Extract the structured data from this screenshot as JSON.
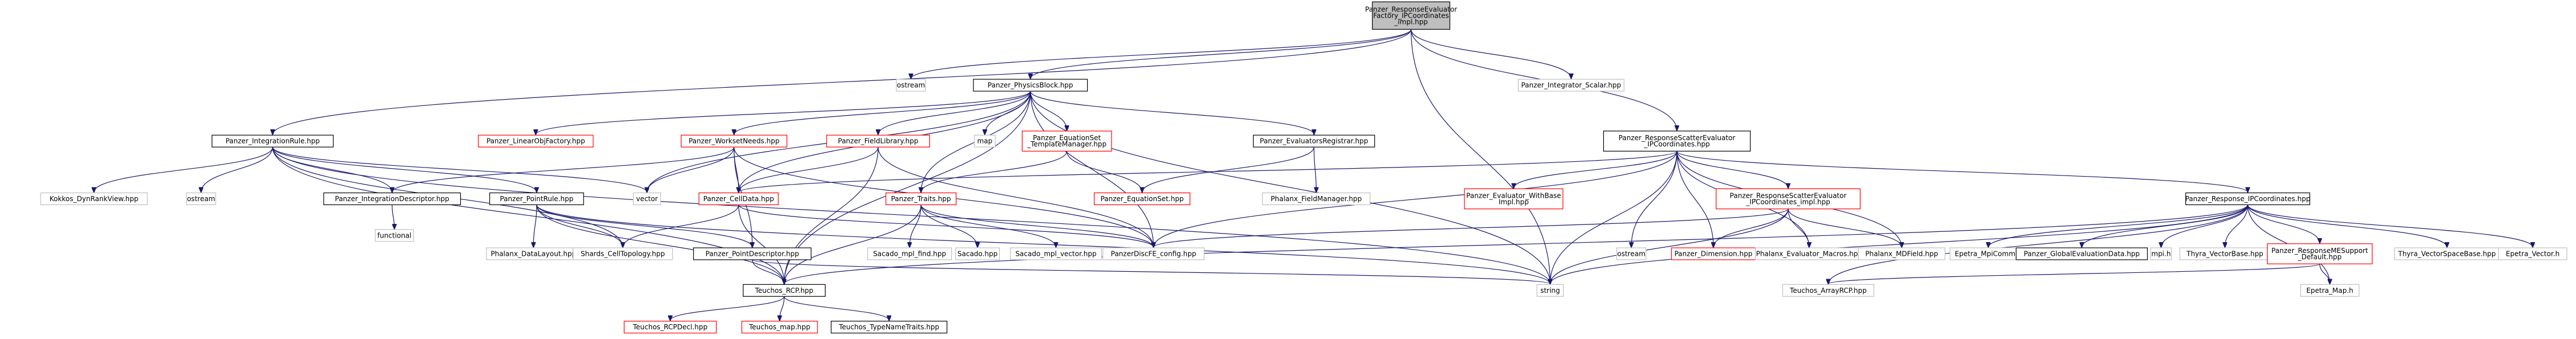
{
  "graph": {
    "colors": {
      "edge": "#191970",
      "root_fill": "#bfbfbf",
      "link_border": "#000000",
      "missing_border": "#ff0000",
      "plain_border": "#bfbfbf"
    },
    "nodes": [
      {
        "id": "root",
        "lines": [
          "Panzer_ResponseEvaluator",
          "Factory_IPCoordinates",
          "_impl.hpp"
        ],
        "kind": "root"
      },
      {
        "id": "ostream1",
        "lines": [
          "ostream"
        ],
        "kind": "std"
      },
      {
        "id": "physicsblock",
        "lines": [
          "Panzer_PhysicsBlock.hpp"
        ],
        "kind": "black"
      },
      {
        "id": "integrator_scalar",
        "lines": [
          "Panzer_Integrator_Scalar.hpp"
        ],
        "kind": "std"
      },
      {
        "id": "rsevaluator",
        "lines": [
          "Panzer_ResponseScatterEvaluator",
          "_IPCoordinates.hpp"
        ],
        "kind": "black"
      },
      {
        "id": "integrationrule",
        "lines": [
          "Panzer_IntegrationRule.hpp"
        ],
        "kind": "black"
      },
      {
        "id": "linearobjfactory",
        "lines": [
          "Panzer_LinearObjFactory.hpp"
        ],
        "kind": "red"
      },
      {
        "id": "worksetneeds",
        "lines": [
          "Panzer_WorksetNeeds.hpp"
        ],
        "kind": "red"
      },
      {
        "id": "fieldlibrary",
        "lines": [
          "Panzer_FieldLibrary.hpp"
        ],
        "kind": "red"
      },
      {
        "id": "map",
        "lines": [
          "map"
        ],
        "kind": "std"
      },
      {
        "id": "equationset_tm",
        "lines": [
          "Panzer_EquationSet",
          "_TemplateManager.hpp"
        ],
        "kind": "red"
      },
      {
        "id": "evaluatorsregistrar",
        "lines": [
          "Panzer_EvaluatorsRegistrar.hpp"
        ],
        "kind": "black"
      },
      {
        "id": "kokkos_dynrank",
        "lines": [
          "Kokkos_DynRankView.hpp"
        ],
        "kind": "std"
      },
      {
        "id": "ostream2",
        "lines": [
          "ostream"
        ],
        "kind": "std"
      },
      {
        "id": "integrationdescriptor",
        "lines": [
          "Panzer_IntegrationDescriptor.hpp"
        ],
        "kind": "black"
      },
      {
        "id": "pointrule",
        "lines": [
          "Panzer_PointRule.hpp"
        ],
        "kind": "black"
      },
      {
        "id": "vector",
        "lines": [
          "vector"
        ],
        "kind": "std"
      },
      {
        "id": "celldata",
        "lines": [
          "Panzer_CellData.hpp"
        ],
        "kind": "red"
      },
      {
        "id": "traits",
        "lines": [
          "Panzer_Traits.hpp"
        ],
        "kind": "red"
      },
      {
        "id": "equationset",
        "lines": [
          "Panzer_EquationSet.hpp"
        ],
        "kind": "red"
      },
      {
        "id": "fieldmanager",
        "lines": [
          "Phalanx_FieldManager.hpp"
        ],
        "kind": "std"
      },
      {
        "id": "evaluator_withbase",
        "lines": [
          "Panzer_Evaluator_WithBase",
          "Impl.hpp"
        ],
        "kind": "red"
      },
      {
        "id": "rsevaluator_impl",
        "lines": [
          "Panzer_ResponseScatterEvaluator",
          "_IPCoordinates_impl.hpp"
        ],
        "kind": "red"
      },
      {
        "id": "response_ip",
        "lines": [
          "Panzer_Response_IPCoordinates.hpp"
        ],
        "kind": "black"
      },
      {
        "id": "functional",
        "lines": [
          "functional"
        ],
        "kind": "std"
      },
      {
        "id": "dataLayout",
        "lines": [
          "Phalanx_DataLayout.hpp"
        ],
        "kind": "std"
      },
      {
        "id": "shards",
        "lines": [
          "Shards_CellTopology.hpp"
        ],
        "kind": "std"
      },
      {
        "id": "pointdescriptor",
        "lines": [
          "Panzer_PointDescriptor.hpp"
        ],
        "kind": "black"
      },
      {
        "id": "sacado_fad",
        "lines": [
          "Sacado_mpl_find.hpp"
        ],
        "kind": "std"
      },
      {
        "id": "sacado",
        "lines": [
          "Sacado.hpp"
        ],
        "kind": "std"
      },
      {
        "id": "sacado_vector",
        "lines": [
          "Sacado_mpl_vector.hpp"
        ],
        "kind": "std"
      },
      {
        "id": "config",
        "lines": [
          "PanzerDiscFE_config.hpp"
        ],
        "kind": "std"
      },
      {
        "id": "ostream3",
        "lines": [
          "ostream"
        ],
        "kind": "std"
      },
      {
        "id": "dimension",
        "lines": [
          "Panzer_Dimension.hpp"
        ],
        "kind": "red"
      },
      {
        "id": "evaluator_macros",
        "lines": [
          "Phalanx_Evaluator_Macros.hpp"
        ],
        "kind": "std"
      },
      {
        "id": "mdfield",
        "lines": [
          "Phalanx_MDField.hpp"
        ],
        "kind": "std"
      },
      {
        "id": "epetra_mpicomm",
        "lines": [
          "Epetra_MpiComm.h"
        ],
        "kind": "std"
      },
      {
        "id": "globaleval",
        "lines": [
          "Panzer_GlobalEvaluationData.hpp"
        ],
        "kind": "black"
      },
      {
        "id": "mpi",
        "lines": [
          "mpi.h"
        ],
        "kind": "std"
      },
      {
        "id": "thyra_vectorbase",
        "lines": [
          "Thyra_VectorBase.hpp"
        ],
        "kind": "std"
      },
      {
        "id": "responsemesupport",
        "lines": [
          "Panzer_ResponseMESupport",
          "_Default.hpp"
        ],
        "kind": "red"
      },
      {
        "id": "thyra_vectorspace",
        "lines": [
          "Thyra_VectorSpaceBase.hpp"
        ],
        "kind": "std"
      },
      {
        "id": "epetra_vector",
        "lines": [
          "Epetra_Vector.h"
        ],
        "kind": "std"
      },
      {
        "id": "teuchos_rcp",
        "lines": [
          "Teuchos_RCP.hpp"
        ],
        "kind": "black"
      },
      {
        "id": "string",
        "lines": [
          "string"
        ],
        "kind": "std"
      },
      {
        "id": "teuchos_arrayrcp",
        "lines": [
          "Teuchos_ArrayRCP.hpp"
        ],
        "kind": "std"
      },
      {
        "id": "epetra_map",
        "lines": [
          "Epetra_Map.h"
        ],
        "kind": "std"
      },
      {
        "id": "teuchos_rcpdecl",
        "lines": [
          "Teuchos_RCPDecl.hpp"
        ],
        "kind": "red"
      },
      {
        "id": "teuchos_map",
        "lines": [
          "Teuchos_map.hpp"
        ],
        "kind": "red"
      },
      {
        "id": "teuchos_typename",
        "lines": [
          "Teuchos_TypeNameTraits.hpp"
        ],
        "kind": "black"
      }
    ],
    "edges": [
      [
        "root",
        "ostream1"
      ],
      [
        "root",
        "physicsblock"
      ],
      [
        "root",
        "integrator_scalar"
      ],
      [
        "root",
        "rsevaluator"
      ],
      [
        "root",
        "string"
      ],
      [
        "root",
        "integrationrule"
      ],
      [
        "physicsblock",
        "linearobjfactory"
      ],
      [
        "physicsblock",
        "worksetneeds"
      ],
      [
        "physicsblock",
        "fieldlibrary"
      ],
      [
        "physicsblock",
        "map"
      ],
      [
        "physicsblock",
        "equationset_tm"
      ],
      [
        "physicsblock",
        "evaluatorsregistrar"
      ],
      [
        "physicsblock",
        "teuchos_rcp"
      ],
      [
        "physicsblock",
        "vector"
      ],
      [
        "physicsblock",
        "string"
      ],
      [
        "physicsblock",
        "celldata"
      ],
      [
        "physicsblock",
        "traits"
      ],
      [
        "physicsblock",
        "config"
      ],
      [
        "integrationrule",
        "kokkos_dynrank"
      ],
      [
        "integrationrule",
        "ostream2"
      ],
      [
        "integrationrule",
        "integrationdescriptor"
      ],
      [
        "integrationrule",
        "pointrule"
      ],
      [
        "integrationrule",
        "teuchos_rcp"
      ],
      [
        "integrationrule",
        "shards"
      ],
      [
        "integrationrule",
        "string"
      ],
      [
        "integrationrule",
        "vector"
      ],
      [
        "pointrule",
        "dataLayout"
      ],
      [
        "pointrule",
        "shards"
      ],
      [
        "pointrule",
        "pointdescriptor"
      ],
      [
        "pointrule",
        "teuchos_rcp"
      ],
      [
        "pointrule",
        "string"
      ],
      [
        "integrationdescriptor",
        "functional"
      ],
      [
        "worksetneeds",
        "vector"
      ],
      [
        "worksetneeds",
        "celldata"
      ],
      [
        "worksetneeds",
        "pointdescriptor"
      ],
      [
        "worksetneeds",
        "integrationdescriptor"
      ],
      [
        "worksetneeds",
        "config"
      ],
      [
        "fieldlibrary",
        "celldata"
      ],
      [
        "fieldlibrary",
        "teuchos_rcp"
      ],
      [
        "fieldlibrary",
        "config"
      ],
      [
        "equationset_tm",
        "traits"
      ],
      [
        "equationset_tm",
        "equationset"
      ],
      [
        "traits",
        "sacado_fad"
      ],
      [
        "traits",
        "sacado"
      ],
      [
        "traits",
        "sacado_vector"
      ],
      [
        "traits",
        "teuchos_rcp"
      ],
      [
        "traits",
        "config"
      ],
      [
        "evaluatorsregistrar",
        "fieldmanager"
      ],
      [
        "evaluatorsregistrar",
        "equationset"
      ],
      [
        "celldata",
        "shards"
      ],
      [
        "celldata",
        "teuchos_rcp"
      ],
      [
        "celldata",
        "config"
      ],
      [
        "pointdescriptor",
        "teuchos_rcp"
      ],
      [
        "pointdescriptor",
        "string"
      ],
      [
        "rsevaluator",
        "evaluator_withbase"
      ],
      [
        "rsevaluator",
        "rsevaluator_impl"
      ],
      [
        "rsevaluator",
        "response_ip"
      ],
      [
        "rsevaluator",
        "dimension"
      ],
      [
        "rsevaluator",
        "evaluator_macros"
      ],
      [
        "rsevaluator",
        "mdfield"
      ],
      [
        "rsevaluator",
        "ostream3"
      ],
      [
        "rsevaluator",
        "string"
      ],
      [
        "rsevaluator",
        "celldata"
      ],
      [
        "rsevaluator",
        "config"
      ],
      [
        "rsevaluator_impl",
        "dimension"
      ],
      [
        "rsevaluator_impl",
        "evaluator_macros"
      ],
      [
        "rsevaluator_impl",
        "mdfield"
      ],
      [
        "rsevaluator_impl",
        "config"
      ],
      [
        "rsevaluator_impl",
        "string"
      ],
      [
        "response_ip",
        "epetra_mpicomm"
      ],
      [
        "response_ip",
        "globaleval"
      ],
      [
        "response_ip",
        "mpi"
      ],
      [
        "response_ip",
        "thyra_vectorbase"
      ],
      [
        "response_ip",
        "responsemesupport"
      ],
      [
        "response_ip",
        "thyra_vectorspace"
      ],
      [
        "response_ip",
        "epetra_vector"
      ],
      [
        "response_ip",
        "epetra_map"
      ],
      [
        "response_ip",
        "teuchos_rcp"
      ],
      [
        "response_ip",
        "string"
      ],
      [
        "response_ip",
        "teuchos_arrayrcp"
      ],
      [
        "responsemesupport",
        "epetra_map"
      ],
      [
        "responsemesupport",
        "teuchos_arrayrcp"
      ],
      [
        "teuchos_rcp",
        "teuchos_rcpdecl"
      ],
      [
        "teuchos_rcp",
        "teuchos_map"
      ],
      [
        "teuchos_rcp",
        "teuchos_typename"
      ]
    ]
  }
}
